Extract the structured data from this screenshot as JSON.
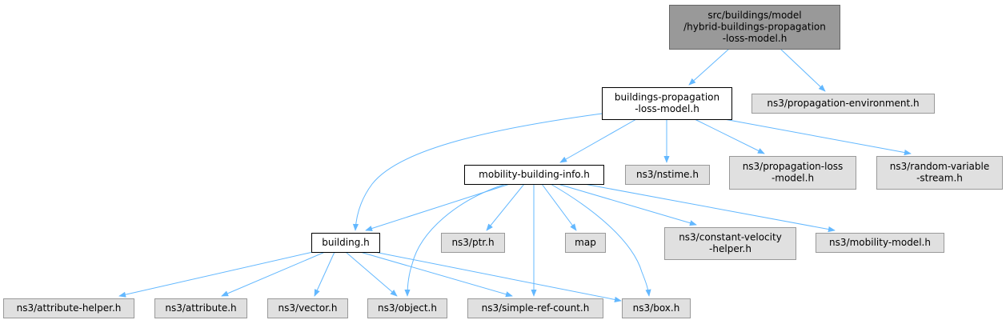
{
  "colors": {
    "edge": "#63b8ff",
    "root_fill": "#999999",
    "root_stroke": "#666666",
    "internal_fill": "#ffffff",
    "internal_stroke": "#000000",
    "external_fill": "#e0e0e0",
    "external_stroke": "#999999"
  },
  "nodes": [
    {
      "id": "root",
      "kind": "root",
      "lines": [
        "src/buildings/model",
        "/hybrid-buildings-propagation",
        "-loss-model.h"
      ]
    },
    {
      "id": "bplm",
      "kind": "internal",
      "lines": [
        "buildings-propagation",
        "-loss-model.h"
      ]
    },
    {
      "id": "propenv",
      "kind": "external",
      "lines": [
        "ns3/propagation-environment.h"
      ]
    },
    {
      "id": "mbi",
      "kind": "internal",
      "lines": [
        "mobility-building-info.h"
      ]
    },
    {
      "id": "nstime",
      "kind": "external",
      "lines": [
        "ns3/nstime.h"
      ]
    },
    {
      "id": "proploss",
      "kind": "external",
      "lines": [
        "ns3/propagation-loss",
        "-model.h"
      ]
    },
    {
      "id": "rvs",
      "kind": "external",
      "lines": [
        "ns3/random-variable",
        "-stream.h"
      ]
    },
    {
      "id": "building",
      "kind": "internal",
      "lines": [
        "building.h"
      ]
    },
    {
      "id": "ptr",
      "kind": "external",
      "lines": [
        "ns3/ptr.h"
      ]
    },
    {
      "id": "map",
      "kind": "external",
      "lines": [
        "map"
      ]
    },
    {
      "id": "cvh",
      "kind": "external",
      "lines": [
        "ns3/constant-velocity",
        "-helper.h"
      ]
    },
    {
      "id": "mobmodel",
      "kind": "external",
      "lines": [
        "ns3/mobility-model.h"
      ]
    },
    {
      "id": "attrhelper",
      "kind": "external",
      "lines": [
        "ns3/attribute-helper.h"
      ]
    },
    {
      "id": "attr",
      "kind": "external",
      "lines": [
        "ns3/attribute.h"
      ]
    },
    {
      "id": "vector",
      "kind": "external",
      "lines": [
        "ns3/vector.h"
      ]
    },
    {
      "id": "object",
      "kind": "external",
      "lines": [
        "ns3/object.h"
      ]
    },
    {
      "id": "src",
      "kind": "external",
      "lines": [
        "ns3/simple-ref-count.h"
      ]
    },
    {
      "id": "box",
      "kind": "external",
      "lines": [
        "ns3/box.h"
      ]
    }
  ],
  "edges": [
    {
      "from": "root",
      "to": "bplm"
    },
    {
      "from": "root",
      "to": "propenv"
    },
    {
      "from": "bplm",
      "to": "building"
    },
    {
      "from": "bplm",
      "to": "mbi"
    },
    {
      "from": "bplm",
      "to": "nstime"
    },
    {
      "from": "bplm",
      "to": "proploss"
    },
    {
      "from": "bplm",
      "to": "rvs"
    },
    {
      "from": "mbi",
      "to": "building"
    },
    {
      "from": "mbi",
      "to": "object"
    },
    {
      "from": "mbi",
      "to": "ptr"
    },
    {
      "from": "mbi",
      "to": "src"
    },
    {
      "from": "mbi",
      "to": "map"
    },
    {
      "from": "mbi",
      "to": "box"
    },
    {
      "from": "mbi",
      "to": "cvh"
    },
    {
      "from": "mbi",
      "to": "mobmodel"
    },
    {
      "from": "building",
      "to": "attrhelper"
    },
    {
      "from": "building",
      "to": "attr"
    },
    {
      "from": "building",
      "to": "vector"
    },
    {
      "from": "building",
      "to": "object"
    },
    {
      "from": "building",
      "to": "src"
    },
    {
      "from": "building",
      "to": "box"
    }
  ]
}
